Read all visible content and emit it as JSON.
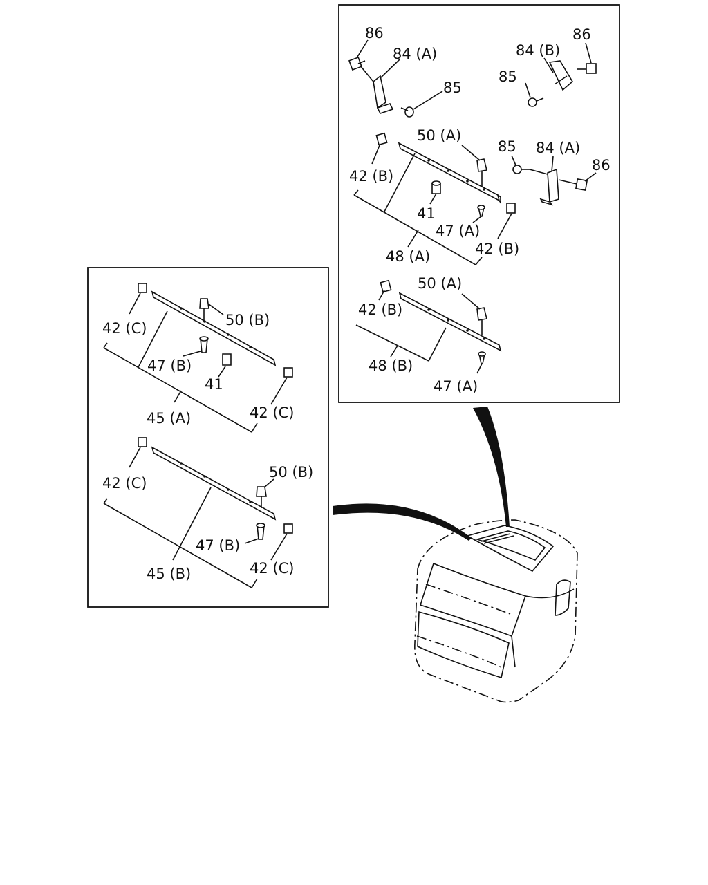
{
  "upper_panel": {
    "labels": {
      "p86_left": "86",
      "p84a_top": "84 (A)",
      "p85_top": "85",
      "p84b": "84 (B)",
      "p86_right": "86",
      "p85_right": "85",
      "p50a_upper": "50 (A)",
      "p42b_left": "42 (B)",
      "p85_mid": "85",
      "p84a_mid": "84 (A)",
      "p86_mid": "86",
      "p41": "41",
      "p47a_upper": "47 (A)",
      "p48a": "48 (A)",
      "p42b_right": "42 (B)",
      "p50a_lower": "50 (A)",
      "p42b_lower": "42 (B)",
      "p48b": "48 (B)",
      "p47a_lower": "47 (A)"
    }
  },
  "left_panel": {
    "labels": {
      "p42c_1": "42 (C)",
      "p50b_1": "50 (B)",
      "p47b_1": "47 (B)",
      "p41": "41",
      "p45a": "45 (A)",
      "p42c_2": "42 (C)",
      "p42c_3": "42 (C)",
      "p50b_2": "50 (B)",
      "p47b_2": "47 (B)",
      "p45b": "45 (B)",
      "p42c_4": "42 (C)"
    }
  }
}
